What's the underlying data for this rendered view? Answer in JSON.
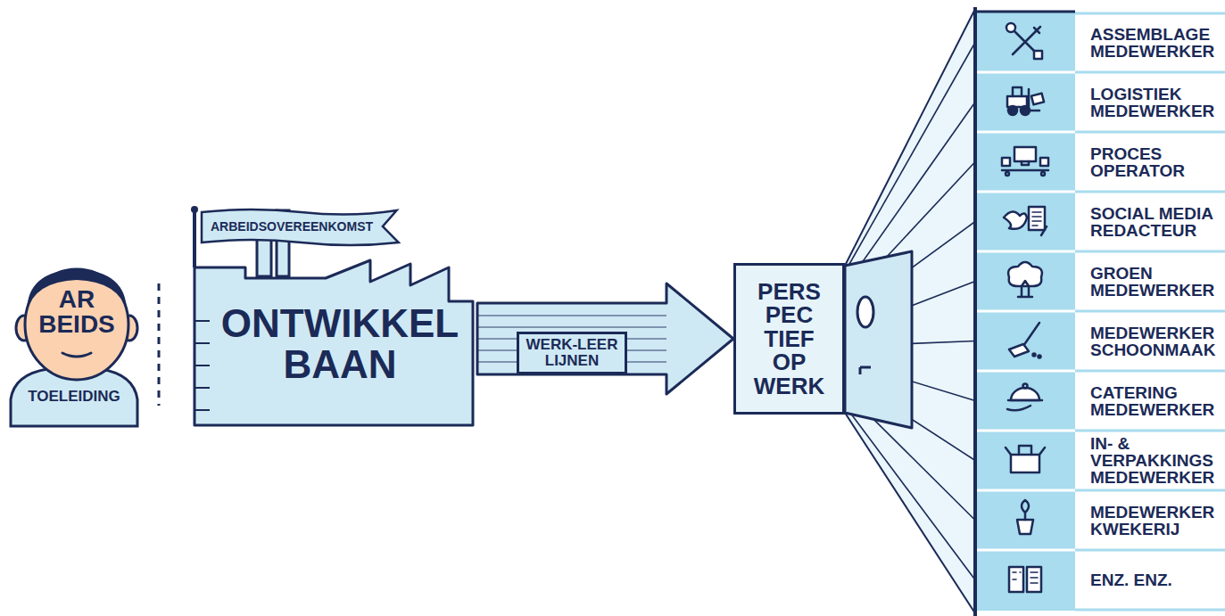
{
  "diagram": {
    "nodes": [
      {
        "text": [
          "AR BEIDS",
          "TOELEIDING"
        ]
      },
      {
        "text": [
          "ARBEIDSOVEREENKOMST"
        ]
      },
      {
        "text": [
          "ONTWIKKEL BAAN"
        ]
      },
      {
        "text": [
          "PERS PEC TIEF OP WERK"
        ]
      },
      {
        "text": [
          "ASSEMBLAGE MEDEWERKER"
        ]
      },
      {
        "text": [
          "LOGISTIEK MEDEWERKER"
        ]
      },
      {
        "text": [
          "PROCES OPERATOR"
        ]
      },
      {
        "text": [
          "SOCIAL MEDIA REDACTEUR"
        ]
      },
      {
        "text": [
          "GROEN MEDEWERKER"
        ]
      },
      {
        "text": [
          "MEDEWERKER SCHOONMAAK"
        ]
      },
      {
        "text": [
          "CATERING MEDEWERKER"
        ]
      },
      {
        "text": [
          "IN- & VERPAKKINGS MEDEWERKER"
        ]
      },
      {
        "text": [
          "MEDEWERKER KWEKERIJ"
        ]
      },
      {
        "text": [
          "ENZ. ENZ."
        ]
      }
    ],
    "edges": [
      {
        "from": 2,
        "to": 3,
        "label": "WERK-LEER LIJNEN",
        "arrow": "to"
      },
      {
        "from": 3,
        "to": 4,
        "arrow": "none"
      },
      {
        "from": 3,
        "to": 5,
        "arrow": "none"
      },
      {
        "from": 3,
        "to": 6,
        "arrow": "none"
      },
      {
        "from": 3,
        "to": 7,
        "arrow": "none"
      },
      {
        "from": 3,
        "to": 8,
        "arrow": "none"
      },
      {
        "from": 3,
        "to": 9,
        "arrow": "none"
      },
      {
        "from": 3,
        "to": 10,
        "arrow": "none"
      },
      {
        "from": 3,
        "to": 11,
        "arrow": "none"
      },
      {
        "from": 3,
        "to": 12,
        "arrow": "none"
      },
      {
        "from": 3,
        "to": 13,
        "arrow": "none"
      }
    ]
  }
}
